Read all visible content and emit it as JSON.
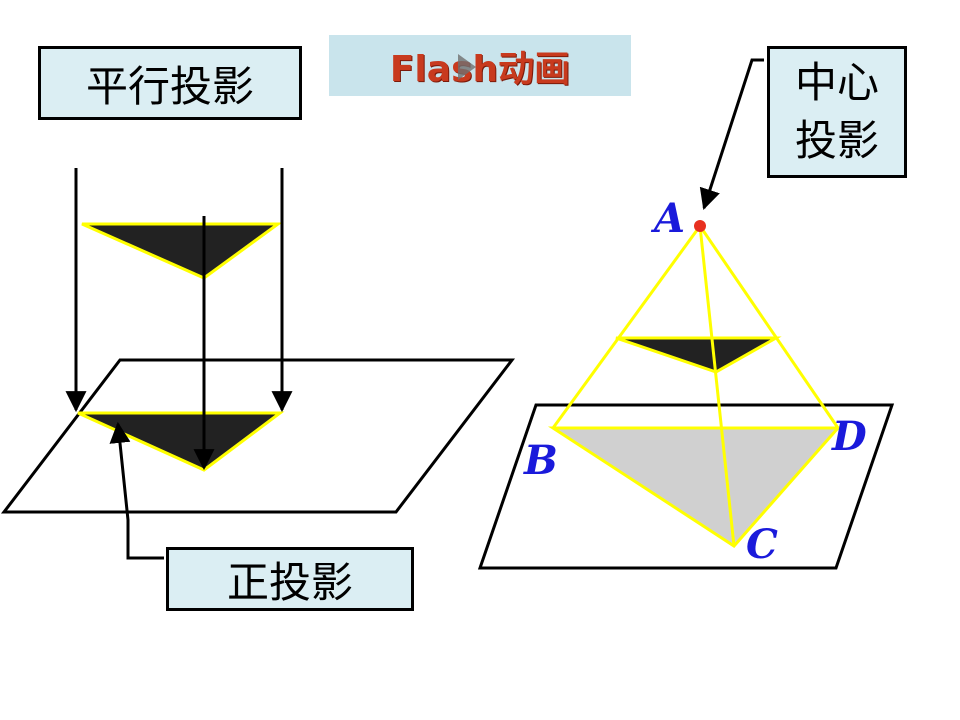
{
  "labels": {
    "parallel_projection": "平行投影",
    "central_projection_line1": "中心",
    "central_projection_line2": "投影",
    "orthographic_projection": "正投影"
  },
  "flash_button": {
    "label": "Flash动画"
  },
  "points": {
    "a": "A",
    "b": "B",
    "c": "C",
    "d": "D"
  },
  "colors": {
    "outline_yellow": "#ffff00",
    "dark_fill": "#222222",
    "shadow_gray": "#d0d0d0",
    "label_box_bg": "#dbeef3",
    "point_label_blue": "#1a1adb",
    "light_source_red": "#e83020"
  }
}
